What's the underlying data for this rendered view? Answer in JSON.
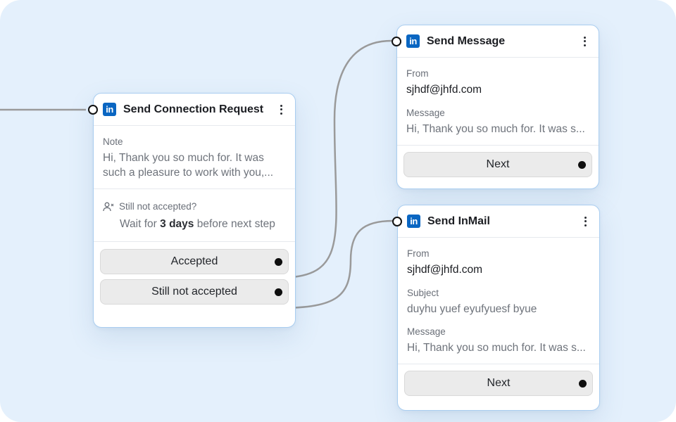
{
  "connection_card": {
    "title": "Send Connection Request",
    "note_label": "Note",
    "note_text": "Hi, Thank you so much for. It was such a pleasure to work with you,...",
    "wait_label": "Still not accepted?",
    "wait_prefix": "Wait for ",
    "wait_days": "3 days",
    "wait_suffix": " before next step",
    "accepted_button": "Accepted",
    "not_accepted_button": "Still not accepted",
    "icon": "linkedin-icon"
  },
  "message_card": {
    "title": "Send Message",
    "from_label": "From",
    "from_value": "sjhdf@jhfd.com",
    "message_label": "Message",
    "message_value": "Hi, Thank you so much for. It was s...",
    "next_button": "Next",
    "icon": "linkedin-icon"
  },
  "inmail_card": {
    "title": "Send InMail",
    "from_label": "From",
    "from_value": "sjhdf@jhfd.com",
    "subject_label": "Subject",
    "subject_value": "duyhu yuef eyufyuesf byue",
    "message_label": "Message",
    "message_value": "Hi, Thank you so much for. It was s...",
    "next_button": "Next",
    "icon": "linkedin-icon"
  },
  "colors": {
    "canvas": "#e4f0fc",
    "card_border": "#a9cdf0",
    "linkedin": "#0a66c2",
    "wire": "#9a9a9a"
  }
}
